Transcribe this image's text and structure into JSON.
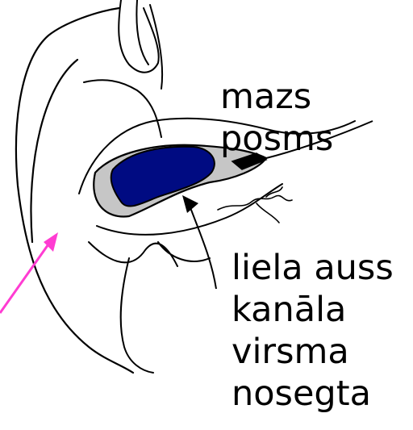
{
  "labels": {
    "small_segment": [
      "mazs",
      "posms"
    ],
    "large_segment": [
      "liela auss",
      "kanāla",
      "virsma",
      "nosegta"
    ]
  },
  "colors": {
    "inner_fill": "#000b82",
    "outer_fill": "#c6c6c6",
    "pointer_arrow": "#ff3cd2",
    "line": "#000000"
  }
}
